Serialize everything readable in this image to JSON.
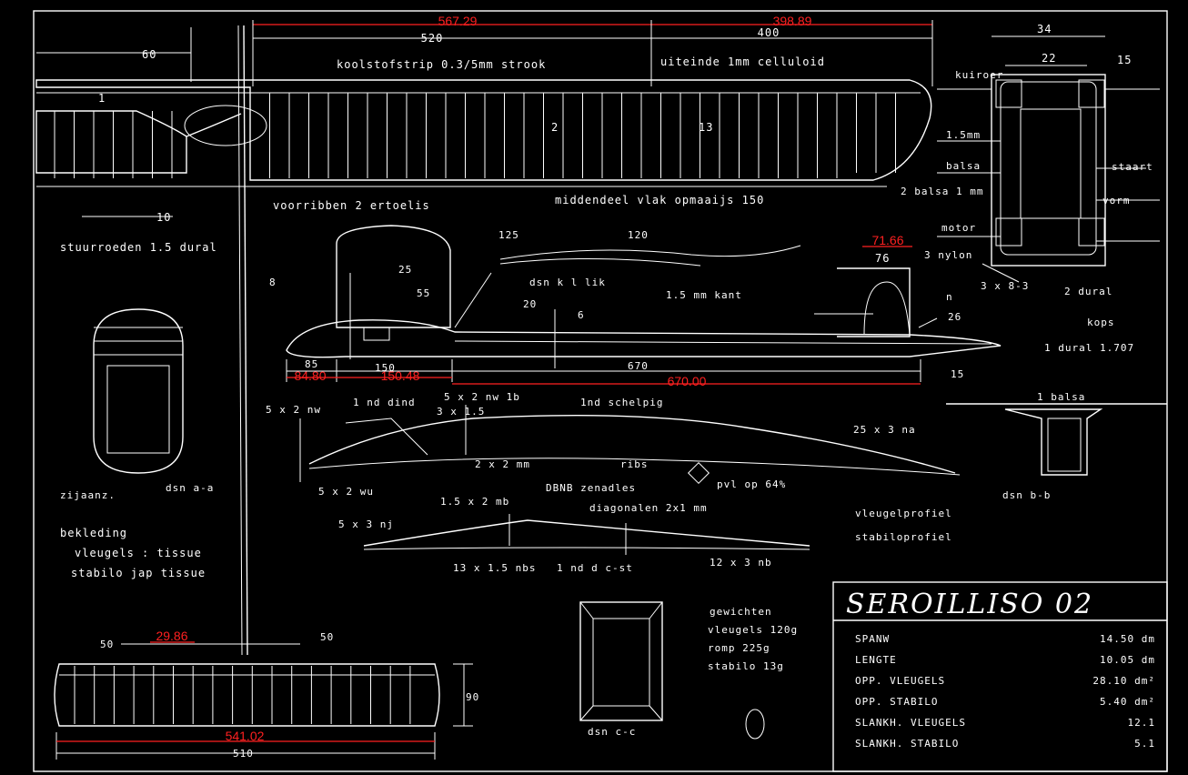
{
  "measurements": {
    "wing_center_length": "567.29",
    "wing_tip_length": "398.89",
    "tip_rib_width": "71.66",
    "nose_length": "84.80",
    "cabin_length": "150.48",
    "tail_boom_length": "670.00",
    "stab_chord": "29.86",
    "stab_span": "541.02"
  },
  "dims": {
    "top_520": "520",
    "top_400": "400",
    "left_60": "60",
    "right_34": "34",
    "right_22": "22",
    "right_15": "15",
    "d_10": "10",
    "d_25": "25",
    "d_55": "55",
    "d_20": "20",
    "d_6": "6",
    "d_76": "76",
    "d_n": "n",
    "d_26": "26",
    "d_85": "85",
    "d_150": "150",
    "d_670": "670",
    "stab_50a": "50",
    "stab_50b": "50",
    "stab_510": "510",
    "stab_90": "90",
    "d_15b": "15",
    "d_125": "125",
    "d_120": "120",
    "d_8": "8"
  },
  "labels": {
    "voorlijst": "koolstofstrip 0.3/5mm strook",
    "uiteinde": "uiteinde 1mm celluloid",
    "voorribben": "voorribben 2 ertoelis",
    "middendeel": "middendeel vlak  opmaaijs 150",
    "bruin_r": "kuiroer",
    "dikte": "1.5mm",
    "balsa": "balsa",
    "balsa_mm": "2 balsa 1 mm",
    "staart": "staart",
    "vorm": "vorm",
    "motor": "motor",
    "d_n_s": "3 nylon",
    "n8": "3 x 8-3",
    "dural": "2 dural",
    "kops": "kops",
    "duralm": "1 dural 1.707",
    "stuur": "stuurroeden 1.5 dural",
    "zijaanz": "zijaanz.",
    "doorsn_a": "dsn a-a",
    "dsn_kkk": "dsn k l lik",
    "kant": "1.5 mm kant",
    "balsa_h": "1 balsa",
    "dsn_bb": "dsn b-b",
    "kz": "5 x 2 nw",
    "lnd": "1 nd dind",
    "sxz": "5 x 2 nw  1b",
    "ind2": "1nd schelpig",
    "aa": "3 x 1.5",
    "x25": "25 x 3 na",
    "k2": "2 x 2 mm",
    "rib": "ribs",
    "pvd": "pvl op 64%",
    "sxzw": "5 x 2 wu",
    "dbnb": "DBNB zenadles",
    "diag": "diagonalen 2x1 mm",
    "xz": "1.5 x 2 mb",
    "s3": "5 x 3 nj",
    "zijfl": "vleugelprofiel",
    "stabpr": "stabiloprofiel",
    "l15": "13 x 1.5 nbs",
    "lnd2": "1 nd d c-st",
    "lz": "12 x 3 nb",
    "bekl": "bekleding",
    "vl": "vleugels : tissue",
    "st": "stabilo  jap tissue",
    "gew": "gewichten",
    "gew_v": "vleugels  120g",
    "gew_r": "romp  225g",
    "gew_s": "stabilo  13g",
    "dsn_cc": "dsn c-c",
    "r1": "1",
    "r2": "2",
    "r13": "13"
  },
  "title_block": {
    "title": "SEROILLISO 02",
    "rows": [
      {
        "k": "SPANW",
        "v": "14.50 dm"
      },
      {
        "k": "LENGTE",
        "v": "10.05 dm"
      },
      {
        "k": "OPP. VLEUGELS",
        "v": "28.10 dm²"
      },
      {
        "k": "OPP. STABILO",
        "v": "5.40 dm²"
      },
      {
        "k": "SLANKH. VLEUGELS",
        "v": "12.1"
      },
      {
        "k": "SLANKH. STABILO",
        "v": "5.1"
      }
    ]
  }
}
